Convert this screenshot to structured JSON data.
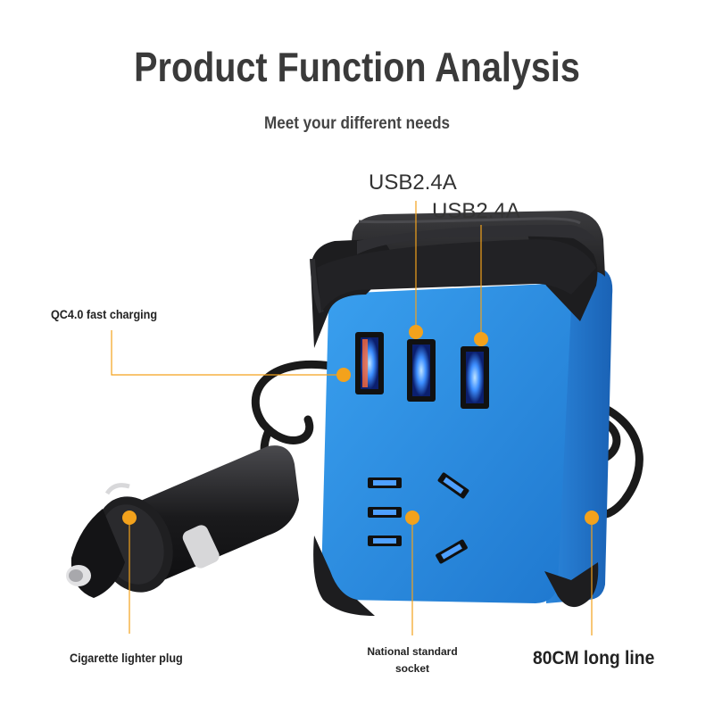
{
  "header": {
    "title": "Product Function Analysis",
    "subtitle": "Meet your different needs"
  },
  "callouts": {
    "usb_a": "USB2.4A",
    "usb_b": "USB2.4A",
    "qc": "QC4.0 fast charging",
    "plug": "Cigarette lighter plug",
    "socket_line1": "National standard",
    "socket_line2": "socket",
    "cable": "80CM long line"
  },
  "colors": {
    "accent_dot": "#f3a21c",
    "body_blue": "#2f8fe0",
    "frame_black": "#1d1d1f"
  }
}
